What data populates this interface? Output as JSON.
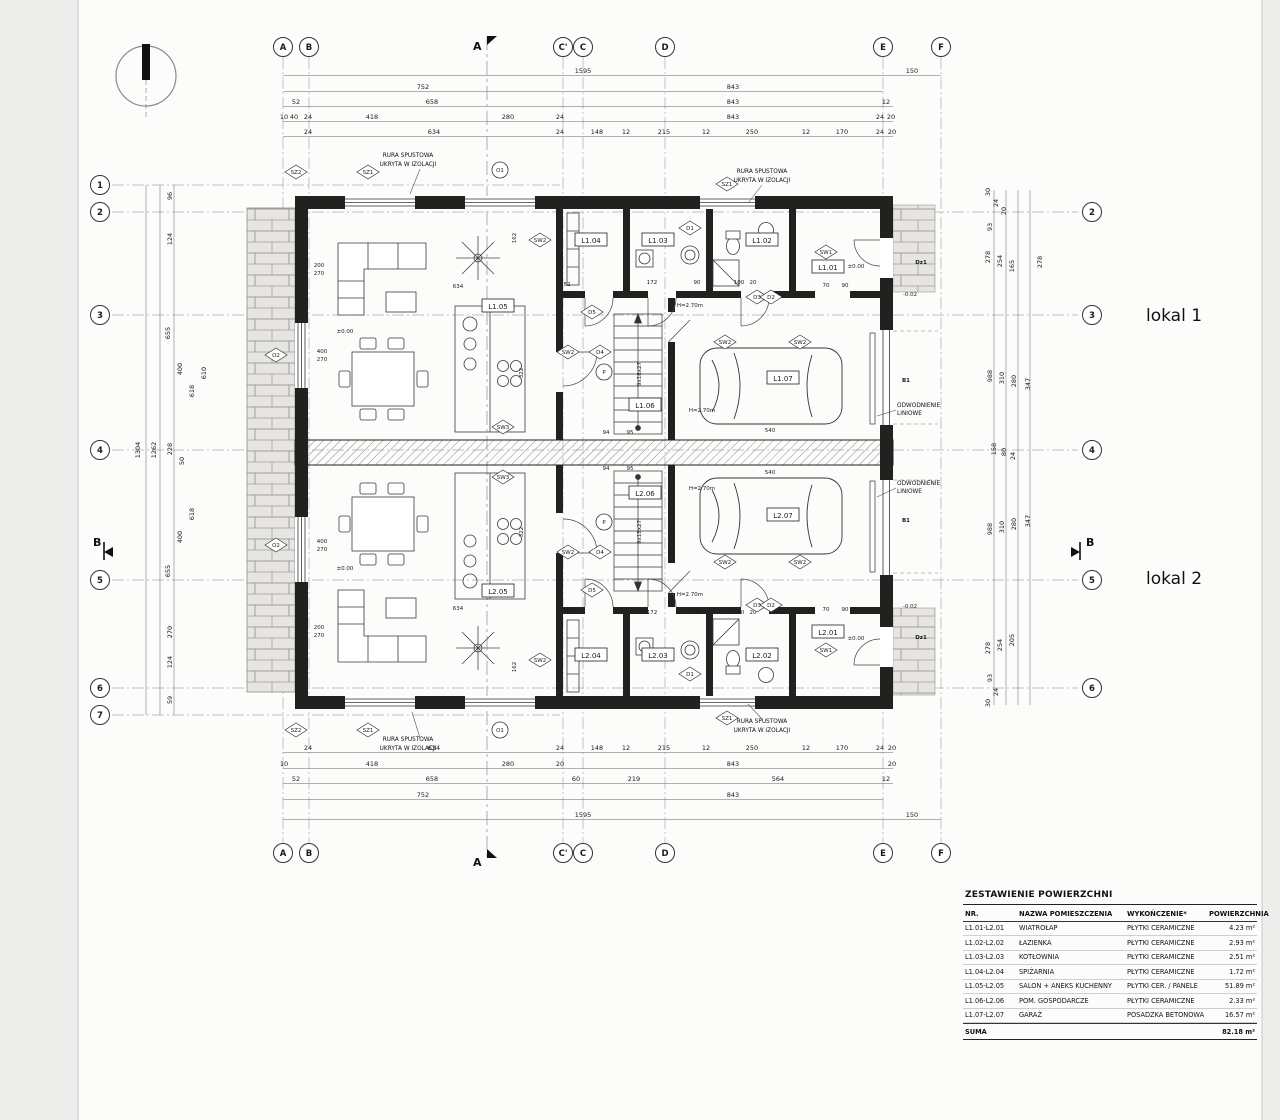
{
  "sheet": {
    "lokal1": "lokal 1",
    "lokal2": "lokal 2"
  },
  "axes": {
    "cols": [
      "A",
      "B",
      "C'",
      "C",
      "D",
      "E",
      "F"
    ],
    "rows_left": [
      "1",
      "2",
      "3",
      "4",
      "5",
      "6",
      "7"
    ],
    "rows_right": [
      "2",
      "3",
      "4",
      "5",
      "6"
    ]
  },
  "section_marks": {
    "a": "A",
    "b": "B"
  },
  "annotations": {
    "downspout_line1": "RURA SPUSTOWA",
    "downspout_line2": "UKRYTA W IZOLACJI",
    "drain_line1": "ODWODNIENIE",
    "drain_line2": "LINIOWE"
  },
  "room_labels": [
    "L1.04",
    "L1.03",
    "L1.02",
    "L1.01",
    "L1.05",
    "L1.06",
    "L1.07",
    "L2.06",
    "L2.07",
    "L2.05",
    "L2.04",
    "L2.03",
    "L2.02",
    "L2.01"
  ],
  "plan_markers": [
    "SZ2",
    "SZ1",
    "O1",
    "SZ1",
    "SW2",
    "D1",
    "SW1",
    "D3",
    "D2",
    "SW2",
    "D4",
    "D5",
    "SW3",
    "SW2",
    "SW2",
    "O2",
    "B1",
    "Dz1",
    "P",
    "SZ2",
    "SZ1",
    "O1",
    "SZ1",
    "SW2",
    "D1",
    "SW1",
    "D3",
    "D2",
    "SW2",
    "D4",
    "D5",
    "SW3",
    "SW2",
    "SW2",
    "O2",
    "B1",
    "Dz1",
    "P"
  ],
  "levels": [
    "±0.00",
    "±0.00",
    "H=2.70m",
    "H=2.70m",
    "9x18x27",
    "±0.00",
    "±0.00",
    "H=2.70m",
    "H=2.70m",
    "9x18x27",
    "-0.02",
    "-0.02"
  ],
  "dims": {
    "top": [
      [
        "1595",
        "150"
      ],
      [
        "752",
        "843"
      ],
      [
        "52",
        "658",
        "843",
        "12"
      ],
      [
        "10",
        "40",
        "24",
        "418",
        "280",
        "24",
        "843",
        "24",
        "20"
      ],
      [
        "24",
        "634",
        "24",
        "148",
        "12",
        "215",
        "12",
        "250",
        "12",
        "170",
        "24",
        "20"
      ]
    ],
    "bottom": [
      [
        "24",
        "634",
        "24",
        "148",
        "12",
        "215",
        "12",
        "250",
        "12",
        "170",
        "24",
        "20"
      ],
      [
        "10",
        "418",
        "280",
        "20",
        "843",
        "20"
      ],
      [
        "52",
        "658",
        "60",
        "219",
        "564",
        "12"
      ],
      [
        "752",
        "843"
      ],
      [
        "1595",
        "150"
      ]
    ],
    "left": [
      "1304",
      "1262",
      "96",
      "124",
      "655",
      "400",
      "618",
      "610",
      "228",
      "50",
      "655",
      "400",
      "618",
      "270",
      "124",
      "59"
    ],
    "right": [
      "30",
      "24",
      "20",
      "93",
      "278",
      "254",
      "165",
      "278",
      "988",
      "310",
      "280",
      "347",
      "158",
      "80",
      "24",
      "988",
      "310",
      "280",
      "347",
      "278",
      "254",
      "93",
      "205",
      "30",
      "24"
    ],
    "inner": [
      "634",
      "52",
      "172",
      "90",
      "100",
      "20",
      "70",
      "90",
      "200",
      "270",
      "400",
      "270",
      "322",
      "162",
      "540",
      "94",
      "95",
      "634",
      "52",
      "172",
      "90",
      "100",
      "20",
      "70",
      "90",
      "200",
      "270",
      "400",
      "270",
      "322",
      "162",
      "540",
      "94",
      "95"
    ]
  },
  "area_table": {
    "title": "ZESTAWIENIE POWIERZCHNI",
    "headers": [
      "NR.",
      "NAZWA POMIESZCZENIA",
      "WYKOŃCZENIE*",
      "POWIERZCHNIA"
    ],
    "rows": [
      [
        "L1.01-L2.01",
        "WIATROŁAP",
        "PŁYTKI CERAMICZNE",
        "4.23 m²"
      ],
      [
        "L1.02-L2.02",
        "ŁAZIENKA",
        "PŁYTKI CERAMICZNE",
        "2.93 m²"
      ],
      [
        "L1.03-L2.03",
        "KOTŁOWNIA",
        "PŁYTKI CERAMICZNE",
        "2.51 m²"
      ],
      [
        "L1.04-L2.04",
        "SPIŻARNIA",
        "PŁYTKI CERAMICZNE",
        "1.72 m²"
      ],
      [
        "L1.05-L2.05",
        "SALON + ANEKS KUCHENNY",
        "PŁYTKI CER. / PANELE",
        "51.89 m²"
      ],
      [
        "L1.06-L2.06",
        "POM. GOSPODARCZE",
        "PŁYTKI CERAMICZNE",
        "2.33 m²"
      ],
      [
        "L1.07-L2.07",
        "GARAŻ",
        "POSADZKA BETONOWA",
        "16.57 m²"
      ]
    ],
    "total_label": "SUMA",
    "total_value": "82.18 m²"
  }
}
